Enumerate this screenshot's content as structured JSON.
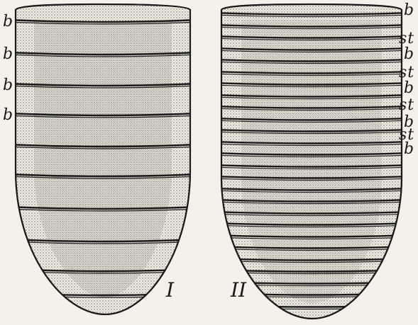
{
  "figure_I": {
    "label": "I",
    "side_labels": [
      "b",
      "b",
      "b",
      "b"
    ]
  },
  "figure_II": {
    "label": "II",
    "side_labels": [
      "b",
      "st",
      "b",
      "st",
      "b",
      "st",
      "b",
      "st",
      "b"
    ]
  },
  "colors": {
    "ink": "#1a1a1a",
    "paper": "#f3f1ea",
    "stipple_light": "#d9d6cc",
    "stipple_dark": "#bdb9ad"
  }
}
